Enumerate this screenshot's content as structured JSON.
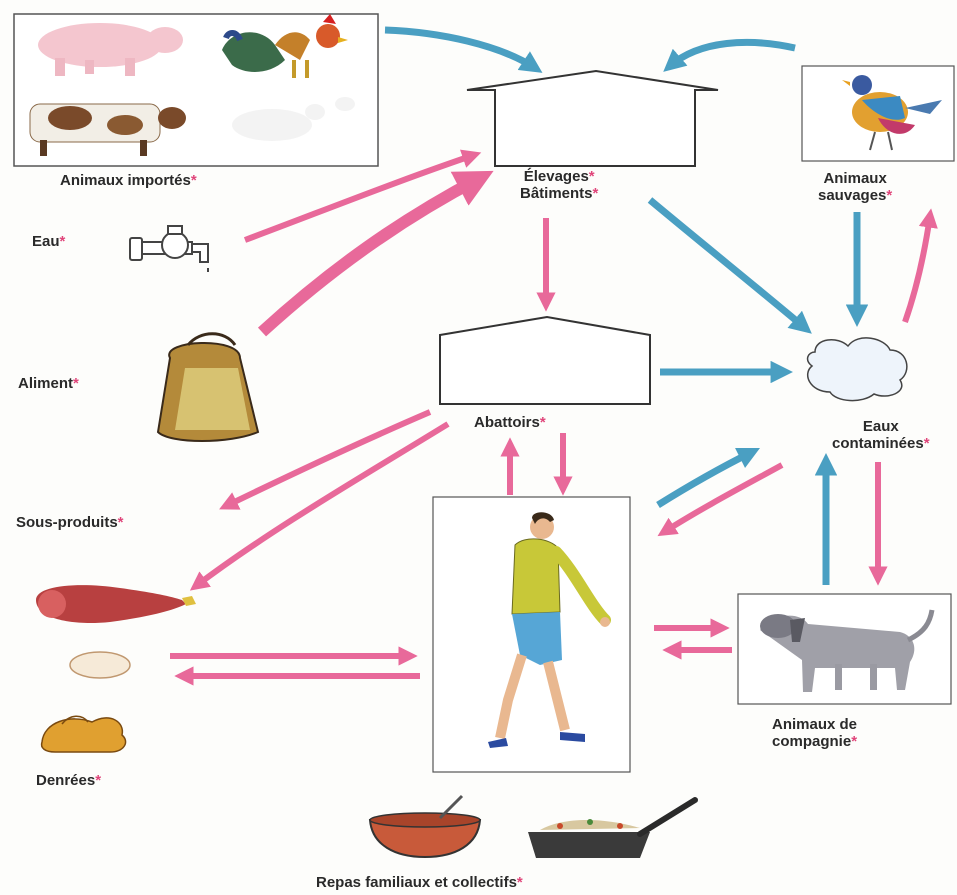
{
  "labels": {
    "animaux_importes": "Animaux importés",
    "elevages": "Élevages",
    "batiments": "Bâtiments",
    "animaux_sauvages_1": "Animaux",
    "animaux_sauvages_2": "sauvages",
    "eau": "Eau",
    "aliment": "Aliment",
    "abattoirs": "Abattoirs",
    "eaux_contaminees_1": "Eaux",
    "eaux_contaminees_2": "contaminées",
    "sous_produits": "Sous-produits",
    "animaux_compagnie_1": "Animaux de",
    "animaux_compagnie_2": "compagnie",
    "denrees": "Denrées",
    "repas": "Repas familiaux et collectifs",
    "asterisk": "*"
  },
  "colors": {
    "pink_arrow": "#e8699a",
    "blue_arrow": "#4a9fc2",
    "asterisk": "#e0457a",
    "frame": "#555555",
    "text": "#2a2a2a"
  },
  "icons": [
    "pig-icon",
    "rooster-icon",
    "cow-icon",
    "sheep-icon",
    "bird-icon",
    "tap-icon",
    "feed-sack-icon",
    "puddle-icon",
    "walking-person-icon",
    "dog-icon",
    "meat-icon",
    "egg-icon",
    "roast-chicken-icon",
    "bowl-icon",
    "pan-icon"
  ]
}
